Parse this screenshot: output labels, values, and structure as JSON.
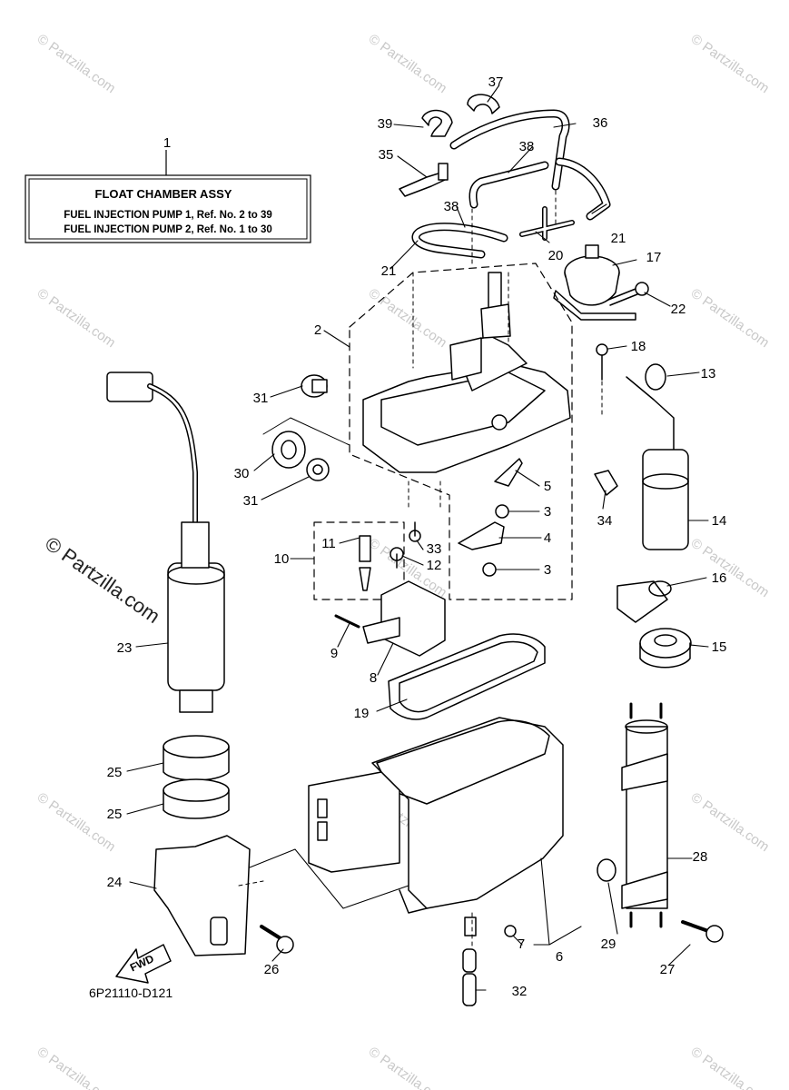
{
  "info_box": {
    "title": "FLOAT CHAMBER ASSY",
    "line1": "FUEL INJECTION PUMP 1, Ref. No. 2 to 39",
    "line2": "FUEL INJECTION PUMP 2, Ref. No. 1 to 30"
  },
  "diagram_code": "6P21110-D121",
  "fwd_label": "FWD",
  "watermark": "© Partzilla.com",
  "callouts": {
    "c1": "1",
    "c2": "2",
    "c3a": "3",
    "c3b": "3",
    "c4": "4",
    "c5": "5",
    "c6": "6",
    "c7": "7",
    "c8": "8",
    "c9": "9",
    "c10": "10",
    "c11": "11",
    "c12": "12",
    "c13": "13",
    "c14": "14",
    "c15": "15",
    "c16": "16",
    "c17": "17",
    "c18": "18",
    "c19": "19",
    "c20": "20",
    "c21a": "21",
    "c21b": "21",
    "c22": "22",
    "c23": "23",
    "c24": "24",
    "c25a": "25",
    "c25b": "25",
    "c26": "26",
    "c27": "27",
    "c28": "28",
    "c29": "29",
    "c30": "30",
    "c31a": "31",
    "c31b": "31",
    "c32": "32",
    "c33": "33",
    "c34": "34",
    "c35": "35",
    "c36": "36",
    "c37": "37",
    "c38a": "38",
    "c38b": "38",
    "c39": "39"
  }
}
